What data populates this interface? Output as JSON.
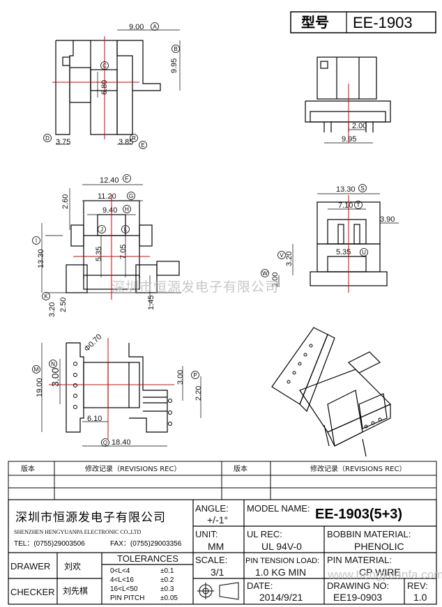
{
  "header": {
    "type_label": "型号",
    "model": "EE-1903"
  },
  "views": {
    "top_left": {
      "d_a": "9.00",
      "d_b": "9.95",
      "d_c": "6.80",
      "d_d": "3.75",
      "d_e": "3.85"
    },
    "top_right": {
      "d_1": "2.00",
      "d_2": "9.95"
    },
    "mid_left": {
      "d_f": "12.40",
      "d_g": "11.20",
      "d_h": "9.40",
      "d_i": "13.30",
      "d_k": "3.20",
      "d_v1": "2.60",
      "d_v2": "5.35",
      "d_v3": "7.05",
      "d_v4": "2.50",
      "d_v5": "1.45"
    },
    "mid_right": {
      "d_s": "13.30",
      "d_t": "7.10",
      "d_v": "3.20",
      "d_w": "2.00",
      "d_u": "5.35",
      "d_x": "3.90"
    },
    "bottom_left": {
      "d_m": "19.00",
      "d_n": "3.00",
      "d_p1": "3.00",
      "d_p2": "2.20",
      "d_q": "18.40",
      "d_r": "6.10",
      "d_pin": "Φ0.70"
    },
    "circled": [
      "A",
      "B",
      "C",
      "D",
      "E",
      "F",
      "G",
      "H",
      "I",
      "J",
      "K",
      "L",
      "M",
      "N",
      "P",
      "Q",
      "R",
      "S",
      "T",
      "U",
      "V",
      "W"
    ]
  },
  "watermark": "深圳市恒源发电子有限公司",
  "revisions": {
    "col1": "版本",
    "col2": "修改记录（REVISIONS REC）",
    "col3": "版本",
    "col4": "修改记录（REVISIONS REC）"
  },
  "company": {
    "name_cn": "深圳市恒源发电子有限公司",
    "name_en": "SHENZHEN HENGYUANPA ELECTRONIC CO.,LTD",
    "tel": "TEL：(0755)29003506",
    "fax": "FAX：(0755)29003356"
  },
  "title_block": {
    "angle_label": "ANGLE:",
    "angle_value": "+/-1°",
    "model_label": "MODEL NAME:",
    "model_value": "EE-1903(5+3)",
    "unit_label": "UNIT:",
    "unit_value": "MM",
    "ul_label": "UL REC:",
    "ul_value": "UL 94V-0",
    "bobbin_label": "BOBBIN MATERIAL:",
    "bobbin_value": "PHENOLIC",
    "scale_label": "SCALE:",
    "scale_value": "3/1",
    "pin_tension_label": "PIN TENSION LOAD:",
    "pin_tension_value": "1.0 KG MIN",
    "pin_material_label": "PIN MATERIAL:",
    "pin_material_value": "CP WIRE",
    "date_label": "DATE:",
    "date_value": "2014/9/21",
    "drawing_label": "DRAWING NO:",
    "drawing_value": "EE19-0903",
    "rev_label": "REV:",
    "rev_value": "1.0",
    "drawer_label": "DRAWER",
    "drawer_value": "刘欢",
    "checker_label": "CHECKER",
    "checker_value": "刘先棋",
    "tol_label": "TOLERANCES",
    "tolerances": [
      {
        "range": "0<L<4",
        "tol": "±0.1"
      },
      {
        "range": "4<L<16",
        "tol": "±0.2"
      },
      {
        "range": "16<L<50",
        "tol": "±0.3"
      },
      {
        "range": "PIN PITCH",
        "tol": "±0.05"
      }
    ]
  },
  "watermark_url": "www.hengyuanfa.com"
}
